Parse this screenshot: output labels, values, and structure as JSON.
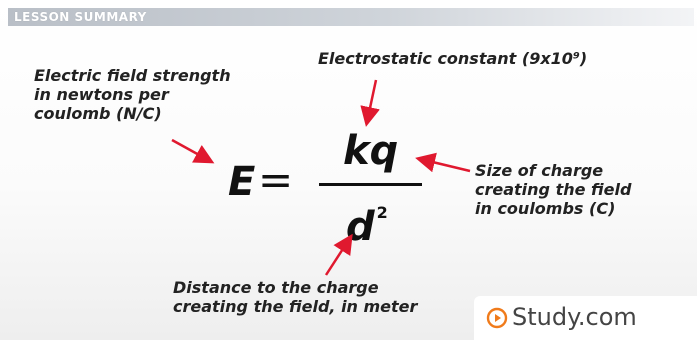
{
  "header": {
    "label": "LESSON SUMMARY"
  },
  "formula": {
    "lhs": "E",
    "equals": "=",
    "numerator": "kq",
    "denominator": "d",
    "exponent": "2"
  },
  "annotations": {
    "field_strength": [
      "Electric field strength",
      "in newtons per",
      "coulomb (N/C)"
    ],
    "constant": "Electrostatic constant (9x10⁹)",
    "charge": [
      "Size of charge",
      "creating the field",
      "in coulombs (C)"
    ],
    "distance": [
      "Distance to the charge",
      "creating the field, in meter"
    ]
  },
  "watermark": {
    "text": "Study.com",
    "icon": "play-circle-icon"
  },
  "colors": {
    "arrow": "#e0192f",
    "header_bar": "#c3c8cf",
    "text": "#222222",
    "watermark_icon": "#f07b1b"
  }
}
